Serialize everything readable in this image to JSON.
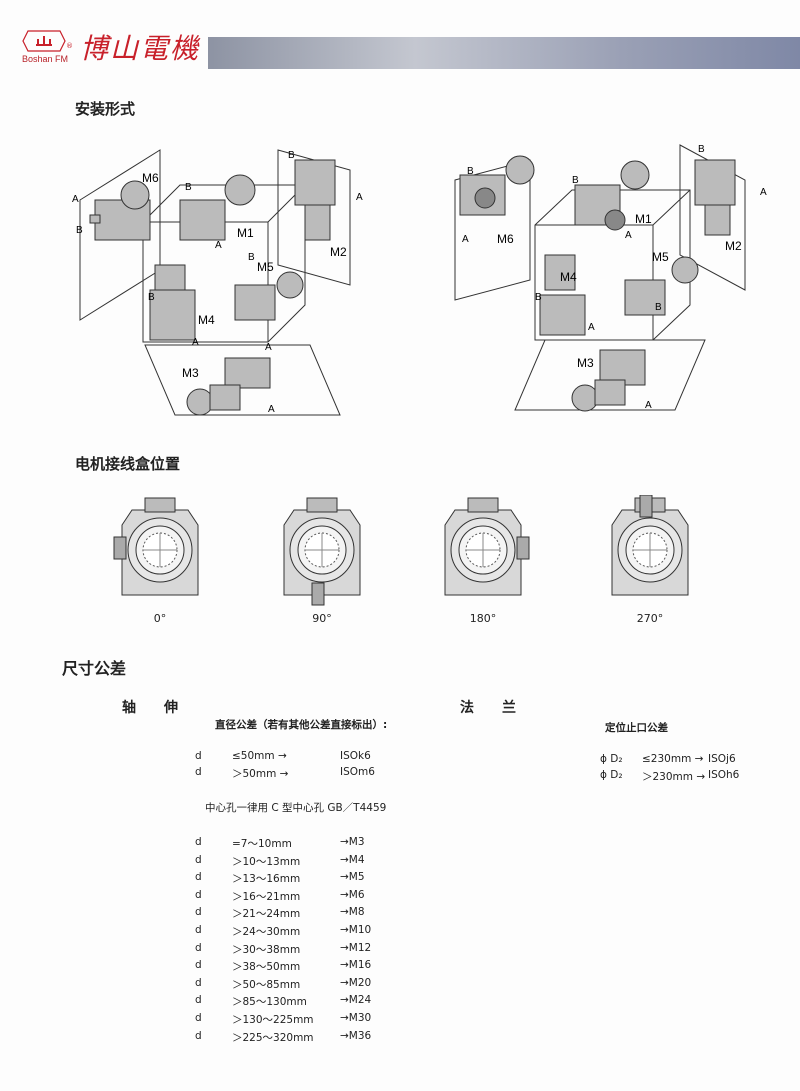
{
  "header": {
    "logo_en": "Boshan FM",
    "logo_cn": "博山電機",
    "logo_mark": "®"
  },
  "mounting": {
    "title": "安装形式",
    "labels": {
      "M1": "M1",
      "M2": "M2",
      "M3": "M3",
      "M4": "M4",
      "M5": "M5",
      "M6": "M6",
      "A": "A",
      "B": "B"
    }
  },
  "terminal_box": {
    "title": "电机接线盒位置",
    "angles": [
      "0°",
      "90°",
      "180°",
      "270°"
    ]
  },
  "tolerance": {
    "title": "尺寸公差",
    "shaft_title": "轴　　伸",
    "flange_title": "法　　兰",
    "diameter_title": "直径公差（若有其他公差直接标出）:",
    "diameter_rows": [
      {
        "sym": "d",
        "cond": "≤50mm →",
        "iso": "ISOk6"
      },
      {
        "sym": "d",
        "cond": "＞50mm →",
        "iso": "ISOm6"
      }
    ],
    "center_hole_title": "中心孔一律用 C 型中心孔 GB／T4459",
    "center_rows": [
      {
        "sym": "d",
        "range": "=7～10mm",
        "thread": "→M3"
      },
      {
        "sym": "d",
        "range": "＞10～13mm",
        "thread": "→M4"
      },
      {
        "sym": "d",
        "range": "＞13～16mm",
        "thread": "→M5"
      },
      {
        "sym": "d",
        "range": "＞16～21mm",
        "thread": "→M6"
      },
      {
        "sym": "d",
        "range": "＞21～24mm",
        "thread": "→M8"
      },
      {
        "sym": "d",
        "range": "＞24～30mm",
        "thread": "→M10"
      },
      {
        "sym": "d",
        "range": "＞30～38mm",
        "thread": "→M12"
      },
      {
        "sym": "d",
        "range": "＞38～50mm",
        "thread": "→M16"
      },
      {
        "sym": "d",
        "range": "＞50～85mm",
        "thread": "→M20"
      },
      {
        "sym": "d",
        "range": "＞85～130mm",
        "thread": "→M24"
      },
      {
        "sym": "d",
        "range": "＞130～225mm",
        "thread": "→M30"
      },
      {
        "sym": "d",
        "range": "＞225～320mm",
        "thread": "→M36"
      }
    ],
    "spigot_title": "定位止口公差",
    "spigot_rows": [
      {
        "sym": "ϕ D₂",
        "cond": "≤230mm →",
        "iso": "ISOj6"
      },
      {
        "sym": "ϕ D₂",
        "cond": "＞230mm →",
        "iso": "ISOh6"
      }
    ]
  }
}
